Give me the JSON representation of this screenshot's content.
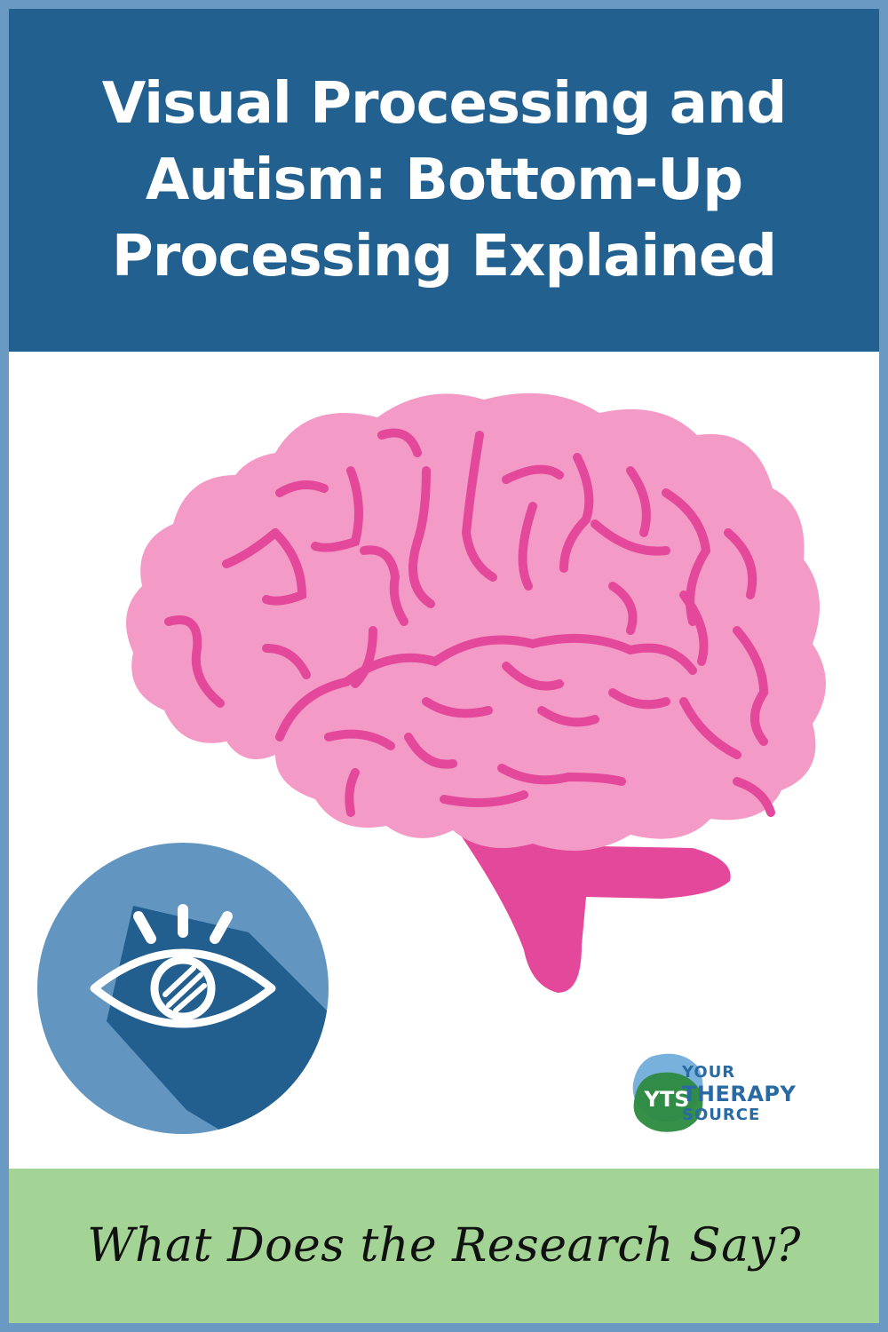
{
  "header": {
    "title_lines": [
      "Visual Processing and",
      "Autism: Bottom-Up",
      "Processing Explained"
    ]
  },
  "footer": {
    "subtitle": "What Does the Research Say?"
  },
  "logo": {
    "badge": "YTS",
    "line1": "YOUR",
    "line2": "THERAPY",
    "line3": "SOURCE"
  },
  "colors": {
    "frame": "#6a9ac4",
    "header_bg": "#22608f",
    "footer_bg": "#a3d495",
    "brain_light": "#f49ac6",
    "brain_dark": "#e4489a",
    "eye_circle": "#6296c0",
    "eye_shadow": "#235f8e"
  },
  "icons": [
    "brain-illustration",
    "eye-icon",
    "yts-logo"
  ]
}
